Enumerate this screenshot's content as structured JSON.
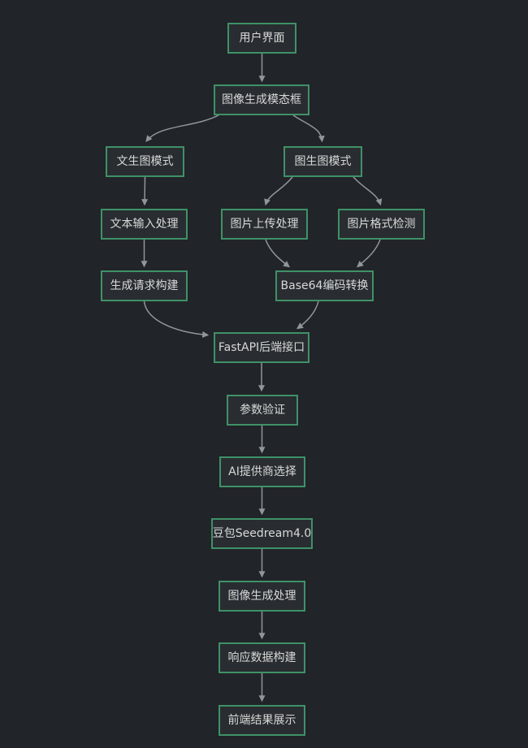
{
  "diagram": {
    "type": "flowchart",
    "direction": "top-down",
    "theme": {
      "background": "#212428",
      "node_fill": "#292d31",
      "node_border": "#3f9168",
      "node_text": "#d7d9d7",
      "edge_color": "#8f969c"
    },
    "nodes": [
      {
        "id": "ui",
        "label": "用户界面"
      },
      {
        "id": "modal",
        "label": "图像生成模态框"
      },
      {
        "id": "t2i",
        "label": "文生图模式"
      },
      {
        "id": "i2i",
        "label": "图生图模式"
      },
      {
        "id": "text_input",
        "label": "文本输入处理"
      },
      {
        "id": "img_upload",
        "label": "图片上传处理"
      },
      {
        "id": "img_format",
        "label": "图片格式检测"
      },
      {
        "id": "gen_request",
        "label": "生成请求构建"
      },
      {
        "id": "base64",
        "label": "Base64编码转换"
      },
      {
        "id": "fastapi",
        "label": "FastAPI后端接口"
      },
      {
        "id": "param_check",
        "label": "参数验证"
      },
      {
        "id": "provider",
        "label": "AI提供商选择"
      },
      {
        "id": "seedream",
        "label": "豆包Seedream4.0"
      },
      {
        "id": "img_gen",
        "label": "图像生成处理"
      },
      {
        "id": "response",
        "label": "响应数据构建"
      },
      {
        "id": "result",
        "label": "前端结果展示"
      }
    ],
    "edges": [
      {
        "from": "ui",
        "to": "modal"
      },
      {
        "from": "modal",
        "to": "t2i"
      },
      {
        "from": "modal",
        "to": "i2i"
      },
      {
        "from": "t2i",
        "to": "text_input"
      },
      {
        "from": "i2i",
        "to": "img_upload"
      },
      {
        "from": "i2i",
        "to": "img_format"
      },
      {
        "from": "text_input",
        "to": "gen_request"
      },
      {
        "from": "img_upload",
        "to": "base64"
      },
      {
        "from": "img_format",
        "to": "base64"
      },
      {
        "from": "gen_request",
        "to": "fastapi"
      },
      {
        "from": "base64",
        "to": "fastapi"
      },
      {
        "from": "fastapi",
        "to": "param_check"
      },
      {
        "from": "param_check",
        "to": "provider"
      },
      {
        "from": "provider",
        "to": "seedream"
      },
      {
        "from": "seedream",
        "to": "img_gen"
      },
      {
        "from": "img_gen",
        "to": "response"
      },
      {
        "from": "response",
        "to": "result"
      }
    ]
  }
}
